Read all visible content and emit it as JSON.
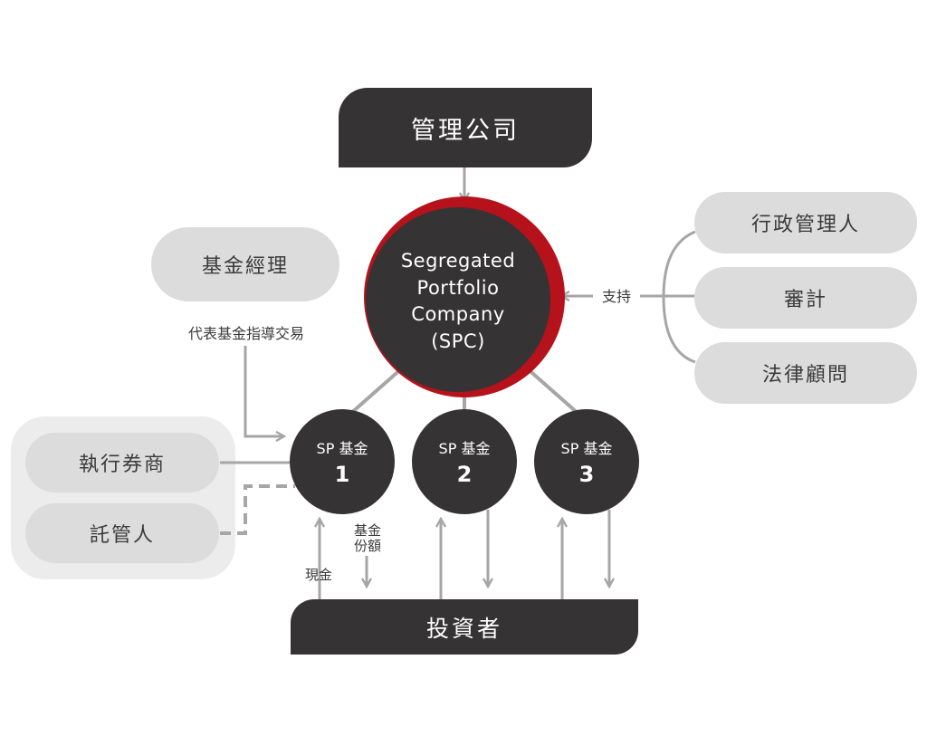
{
  "management_company": "管理公司",
  "spc": {
    "lines": [
      "Segregated",
      "Portfolio",
      "Company",
      "(SPC)"
    ],
    "ring_color": "#b5121b",
    "fill_color": "#353334"
  },
  "fund_manager": {
    "label": "基金經理",
    "action_label": "代表基金指導交易"
  },
  "service_providers": {
    "items": [
      "行政管理人",
      "審計",
      "法律顧問"
    ],
    "support_label": "支持"
  },
  "counterparties": {
    "broker": "執行券商",
    "custodian": "託管人"
  },
  "sp_funds": [
    {
      "name": "SP 基金",
      "number": "1"
    },
    {
      "name": "SP 基金",
      "number": "2"
    },
    {
      "name": "SP 基金",
      "number": "3"
    }
  ],
  "investors": "投資者",
  "flow_labels": {
    "cash": "現金",
    "fund_units_line1": "基金",
    "fund_units_line2": "份額"
  },
  "colors": {
    "dark": "#353334",
    "light": "#dcdcdc",
    "panel": "#ececec",
    "connector": "#a6a6a6",
    "accent": "#b5121b"
  }
}
